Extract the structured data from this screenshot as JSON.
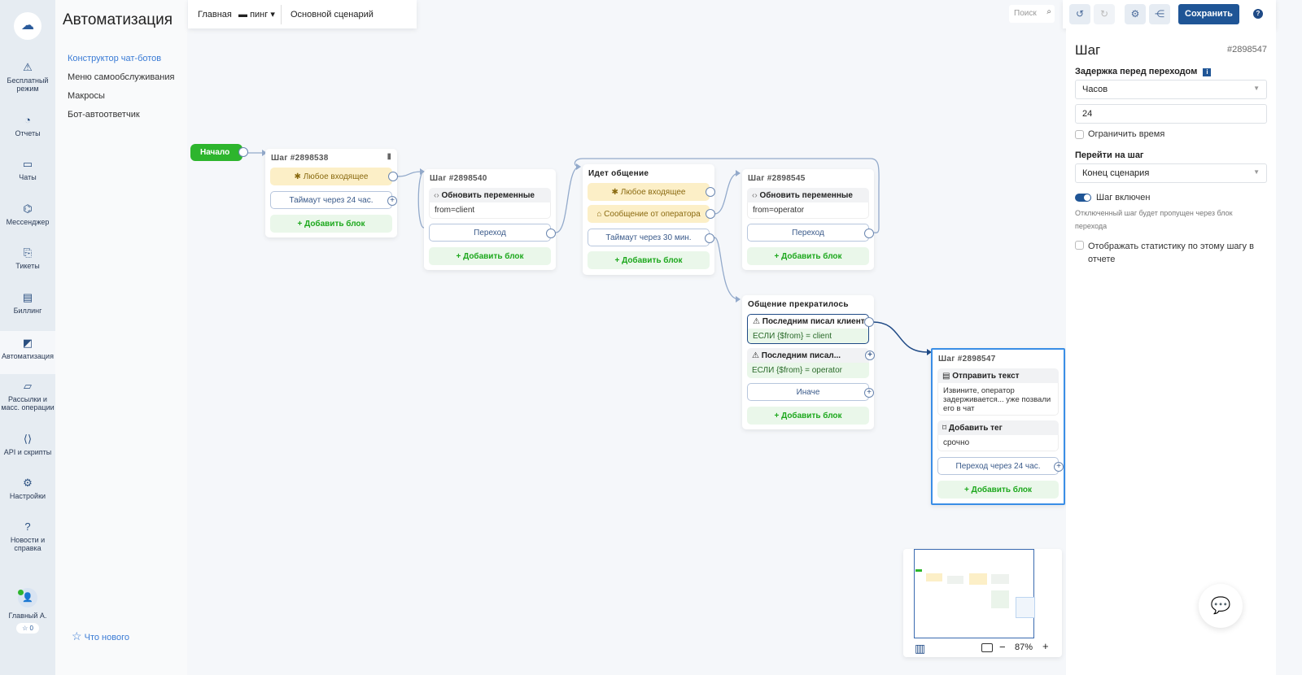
{
  "rail": {
    "items": [
      {
        "label": "Бесплатный режим",
        "icon": "warning-icon",
        "glyph": "⚠"
      },
      {
        "label": "Отчеты",
        "icon": "pie-chart-icon",
        "glyph": "◔"
      },
      {
        "label": "Чаты",
        "icon": "chat-icon",
        "glyph": "▭"
      },
      {
        "label": "Мессенджер",
        "icon": "messenger-icon",
        "glyph": "⌬"
      },
      {
        "label": "Тикеты",
        "icon": "ticket-icon",
        "glyph": "⎘"
      },
      {
        "label": "Биллинг",
        "icon": "billing-icon",
        "glyph": "▤"
      },
      {
        "label": "Автоматизация",
        "icon": "automation-icon",
        "glyph": "◩"
      },
      {
        "label": "Рассылки и масс. операции",
        "icon": "mailing-icon",
        "glyph": "▱"
      },
      {
        "label": "API и скрипты",
        "icon": "code-icon",
        "glyph": "⟨⟩"
      },
      {
        "label": "Настройки",
        "icon": "gear-icon",
        "glyph": "⚙"
      },
      {
        "label": "Новости и справка",
        "icon": "help-icon",
        "glyph": "?"
      }
    ],
    "user": {
      "name": "Главный А.",
      "stars": "0"
    }
  },
  "menu": {
    "title": "Автоматизация",
    "items": [
      "Конструктор чат-ботов",
      "Меню самообслуживания",
      "Макросы",
      "Бот-автоответчик"
    ],
    "whats_new": "Что нового"
  },
  "breadcrumb": {
    "home": "Главная",
    "folder": "пинг",
    "scenario": "Основной сценарий"
  },
  "search": {
    "placeholder": "Поиск"
  },
  "toolbar": {
    "save": "Сохранить",
    "help": "?"
  },
  "canvas": {
    "start": "Начало",
    "n1": {
      "title": "Шаг #2898538",
      "any": "Любое входящее",
      "timeout": "Таймаут через 24 час.",
      "add": "+ Добавить блок"
    },
    "n2": {
      "title": "Шаг #2898540",
      "upd": "Обновить переменные",
      "val": "from=client",
      "go": "Переход",
      "add": "+ Добавить блок"
    },
    "n3": {
      "title": "Идет общение",
      "any": "Любое входящее",
      "op": "Сообщение от оператора",
      "timeout": "Таймаут через 30 мин.",
      "add": "+ Добавить блок"
    },
    "n4": {
      "title": "Шаг #2898545",
      "upd": "Обновить переменные",
      "val": "from=operator",
      "go": "Переход",
      "add": "+ Добавить блок"
    },
    "n5": {
      "title": "Общение прекратилось",
      "c1": "Последним писал клиент",
      "c1v": "ЕСЛИ {$from} = client",
      "c2": "Последним писал...",
      "c2v": "ЕСЛИ {$from} = operator",
      "else": "Иначе",
      "add": "+ Добавить блок"
    },
    "n6": {
      "title": "Шаг #2898547",
      "send": "Отправить текст",
      "msg": "Извините, оператор задерживается... уже позвали его в чат",
      "tag": "Добавить тег",
      "tagv": "срочно",
      "go": "Переход через 24 час.",
      "add": "+ Добавить блок"
    }
  },
  "zoom": {
    "level": "87%",
    "minus": "−",
    "plus": "+"
  },
  "panel": {
    "title": "Шаг",
    "id": "#2898547",
    "delay_label": "Задержка перед переходом",
    "unit": "Часов",
    "amount": "24",
    "limit_time": "Ограничить время",
    "goto_label": "Перейти на шаг",
    "goto_value": "Конец сценария",
    "enabled": "Шаг включен",
    "enabled_value": true,
    "hint": "Отключенный шаг будет пропущен через блок перехода",
    "stats": "Отображать статистику по этому шагу в отчете"
  },
  "colors": {
    "accent": "#1f5596",
    "green": "#2db52d",
    "selected": "#3a8ee6"
  }
}
